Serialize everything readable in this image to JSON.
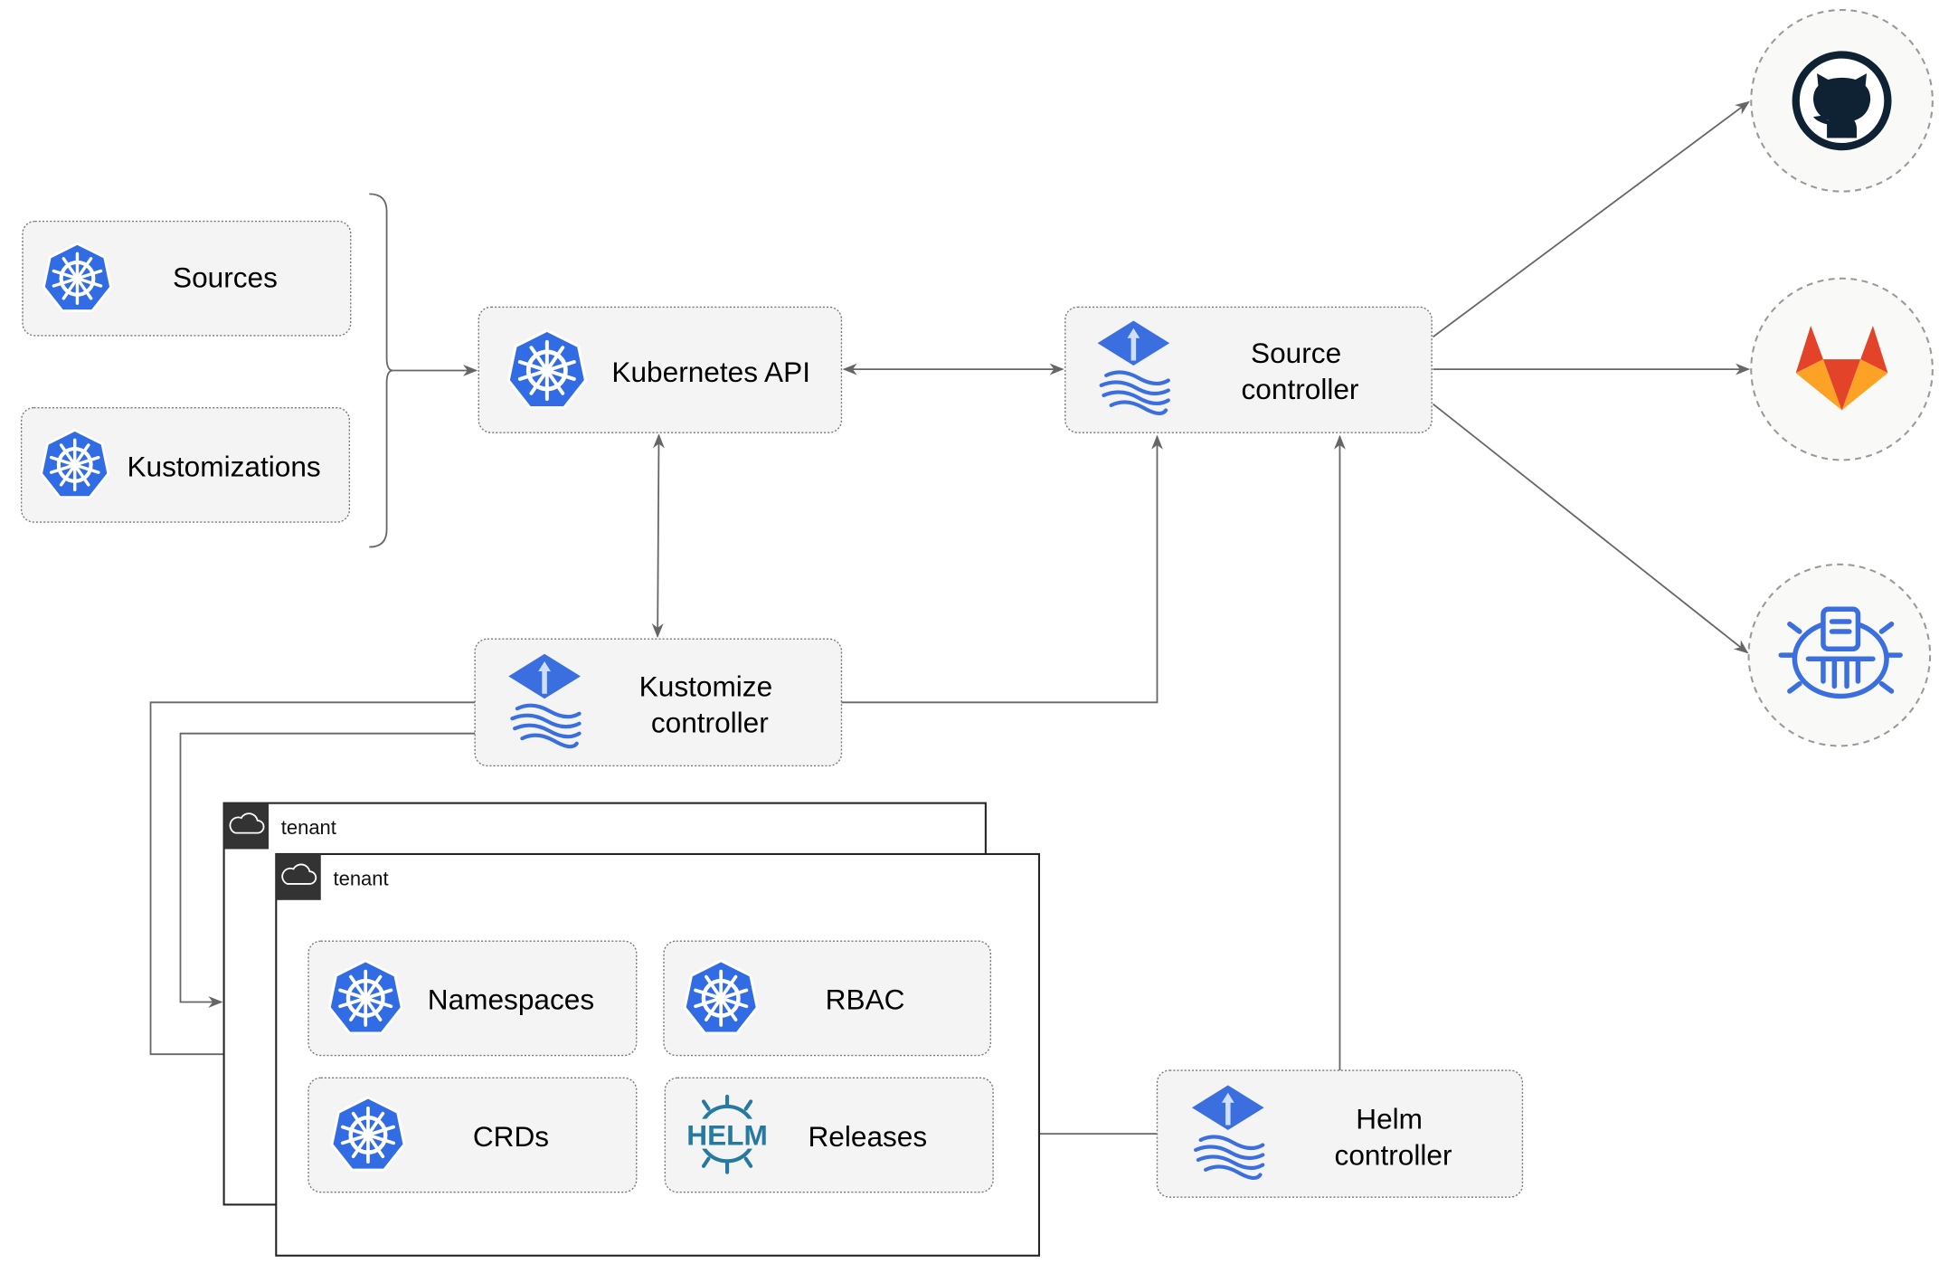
{
  "nodes": {
    "sources": "Sources",
    "kustomizations": "Kustomizations",
    "kubernetes_api": "Kubernetes API",
    "source_controller": [
      "Source",
      "controller"
    ],
    "kustomize_controller": [
      "Kustomize",
      "controller"
    ],
    "helm_controller": [
      "Helm",
      "controller"
    ],
    "namespaces": "Namespaces",
    "rbac": "RBAC",
    "crds": "CRDs",
    "releases": "Releases",
    "helm_logo_text": "HELM"
  },
  "tenants": [
    "tenant",
    "tenant"
  ],
  "external_sources": [
    "github-icon",
    "gitlab-icon",
    "bucket-icon"
  ],
  "colors": {
    "kubernetes_blue": "#326ce5",
    "flux_blue": "#3b6fe0",
    "helm_blue": "#277a9f",
    "gitlab_orange": "#e24329",
    "gitlab_light": "#fca326",
    "github_dark": "#0f2233"
  }
}
